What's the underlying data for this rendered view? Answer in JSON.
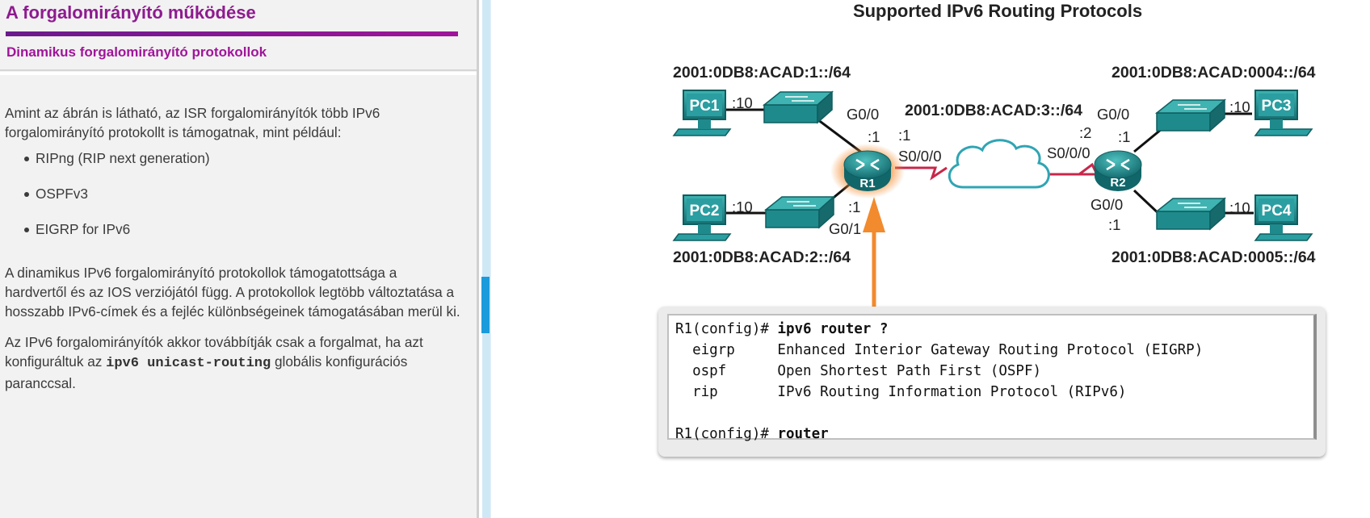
{
  "header": {
    "title": "A forgalomirányító működése",
    "subtitle": "Dinamikus forgalomirányító protokollok"
  },
  "content": {
    "intro": "Amint az ábrán is látható, az ISR forgalomirányítók több IPv6 forgalomirányító protokollt is támogatnak, mint például:",
    "bullets": [
      "RIPng (RIP next generation)",
      "OSPFv3",
      "EIGRP for IPv6"
    ],
    "para2": "A dinamikus IPv6 forgalomirányító protokollok támogatottsága a hardvertől és az IOS verziójától függ. A protokollok legtöbb változtatása a hosszabb IPv6-címek és a fejléc különbségeinek támogatásában merül ki.",
    "para3_before": "Az IPv6 forgalomirányítók akkor továbbítják csak a forgalmat, ha azt konfiguráltuk az ",
    "para3_command": "ipv6 unicast-routing",
    "para3_after": " globális konfigurációs paranccsal."
  },
  "figure": {
    "title": "Supported IPv6 Routing Protocols",
    "networks": {
      "lan1": "2001:0DB8:ACAD:1::/64",
      "lan2": "2001:0DB8:ACAD:2::/64",
      "wan": "2001:0DB8:ACAD:3::/64",
      "lan4": "2001:0DB8:ACAD:0004::/64",
      "lan5": "2001:0DB8:ACAD:0005::/64"
    },
    "devices": {
      "pc1": "PC1",
      "pc2": "PC2",
      "pc3": "PC3",
      "pc4": "PC4",
      "r1": "R1",
      "r2": "R2"
    },
    "ports": {
      "pc1_host": ":10",
      "pc2_host": ":10",
      "pc3_host": ":10",
      "pc4_host": ":10",
      "r1_g00": "G0/0",
      "r1_g00_host": ":1",
      "r1_s000_host": ":1",
      "r1_s000": "S0/0/0",
      "r1_g01_host": ":1",
      "r1_g01": "G0/1",
      "r2_g00_top": "G0/0",
      "r2_g00_top_host": ":1",
      "r2_s000_host": ":2",
      "r2_s000": "S0/0/0",
      "r2_g00_bottom": "G0/0",
      "r2_g00_bottom_host": ":1"
    },
    "colors": {
      "accent": "#f28a2e",
      "device": "#1f8a8c",
      "serial": "#c8274a",
      "title_purple": "#8e1b8f"
    }
  },
  "console": {
    "line1_prompt": "R1(config)# ",
    "line1_cmd": "ipv6 router ?",
    "line2": "  eigrp     Enhanced Interior Gateway Routing Protocol (EIGRP)",
    "line3": "  ospf      Open Shortest Path First (OSPF)",
    "line4": "  rip       IPv6 Routing Information Protocol (RIPv6)",
    "line5": "",
    "line6_prompt": "R1(config)# ",
    "line6_cmd": "router"
  }
}
